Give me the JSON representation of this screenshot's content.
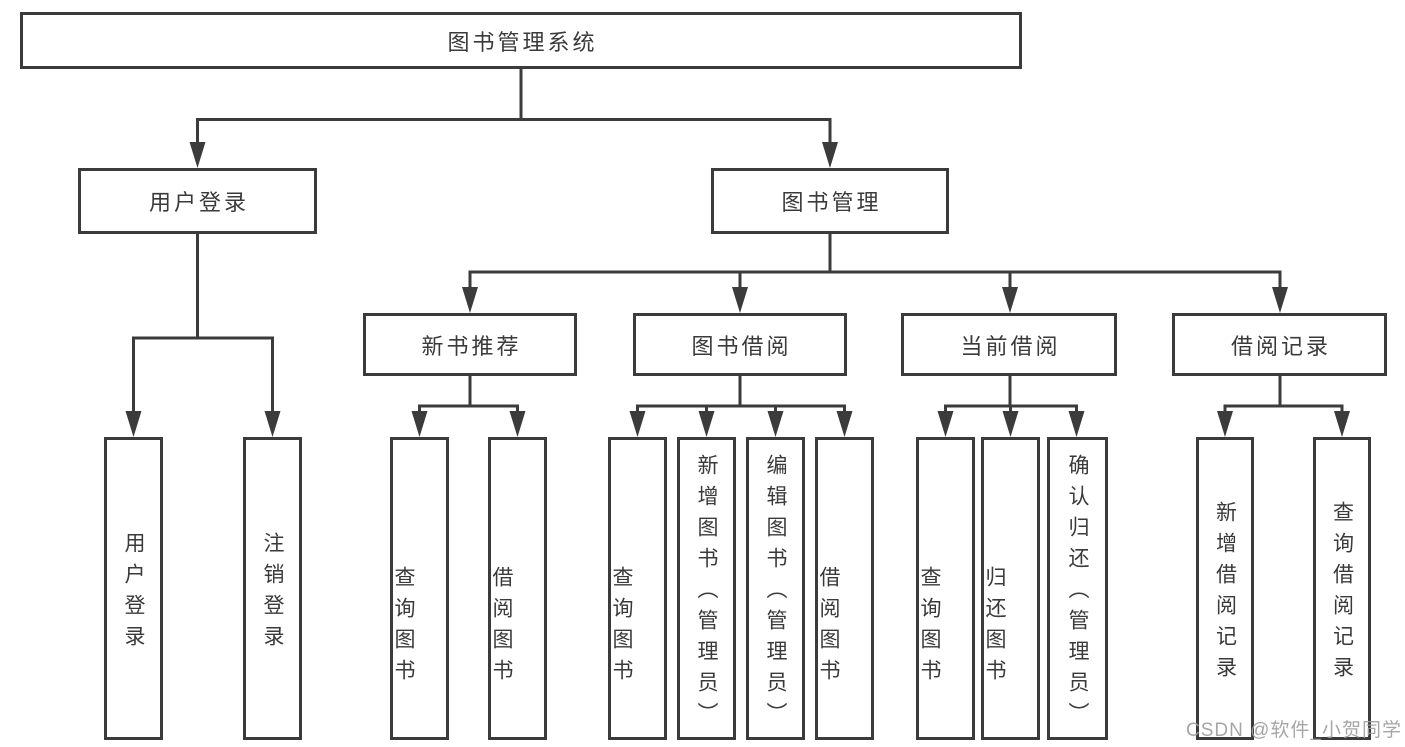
{
  "tree": {
    "root": "图书管理系统",
    "login": {
      "label": "用户登录",
      "children": [
        "用户登录",
        "注销登录"
      ]
    },
    "management": {
      "label": "图书管理",
      "sections": [
        {
          "label": "新书推荐",
          "children": [
            "查询图书",
            "借阅图书"
          ]
        },
        {
          "label": "图书借阅",
          "children": [
            "查询图书",
            "新增图书（管理员）",
            "编辑图书（管理员）",
            "借阅图书"
          ]
        },
        {
          "label": "当前借阅",
          "children": [
            "查询图书",
            "归还图书",
            "确认归还（管理员）"
          ]
        },
        {
          "label": "借阅记录",
          "children": [
            "新增借阅记录",
            "查询借阅记录"
          ]
        }
      ]
    }
  },
  "watermark": "CSDN @软件_小贺同学",
  "colors": {
    "line": "#3b3b3b",
    "box_border": "#3b3b3b",
    "text": "#3a3a3a",
    "watermark": "#9e9e9e",
    "background": "#ffffff"
  }
}
